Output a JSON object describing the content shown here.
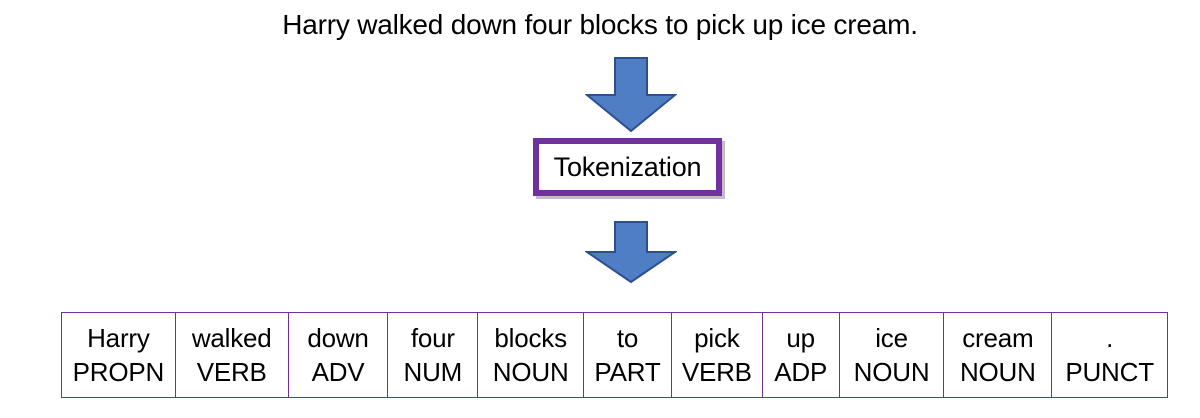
{
  "diagram": {
    "sentence": "Harry walked down four blocks to pick up ice cream.",
    "process_step": {
      "label": "Tokenization",
      "border_color": "#7030a0"
    },
    "arrows": {
      "icon": "arrow-down-icon",
      "fill_color": "#4f7ec4",
      "stroke_color": "#2e4f8f",
      "count": 2
    },
    "table": {
      "border_color": "#7030a0",
      "columns": [
        {
          "word": "Harry",
          "pos": "PROPN",
          "width": 114
        },
        {
          "word": "walked",
          "pos": "VERB",
          "width": 113
        },
        {
          "word": "down",
          "pos": "ADV",
          "width": 100
        },
        {
          "word": "four",
          "pos": "NUM",
          "width": 90
        },
        {
          "word": "blocks",
          "pos": "NOUN",
          "width": 106
        },
        {
          "word": "to",
          "pos": "PART",
          "width": 88
        },
        {
          "word": "pick",
          "pos": "VERB",
          "width": 91
        },
        {
          "word": "up",
          "pos": "ADP",
          "width": 77
        },
        {
          "word": "ice",
          "pos": "NOUN",
          "width": 105
        },
        {
          "word": "cream",
          "pos": "NOUN",
          "width": 108
        },
        {
          "word": ".",
          "pos": "PUNCT",
          "width": 115
        }
      ]
    }
  }
}
